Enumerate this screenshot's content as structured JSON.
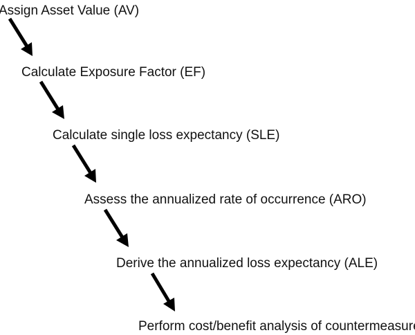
{
  "steps": [
    {
      "label": "Assign Asset Value (AV)"
    },
    {
      "label": "Calculate Exposure Factor (EF)"
    },
    {
      "label": "Calculate single loss expectancy (SLE)"
    },
    {
      "label": "Assess the annualized rate of occurrence (ARO)"
    },
    {
      "label": "Derive the annualized loss expectancy (ALE)"
    },
    {
      "label": "Perform cost/benefit analysis of countermeasures"
    }
  ],
  "colors": {
    "text": "#111111",
    "arrow": "#000000",
    "background": "#ffffff"
  },
  "icons": {
    "connector": "down-right-arrow-icon"
  }
}
